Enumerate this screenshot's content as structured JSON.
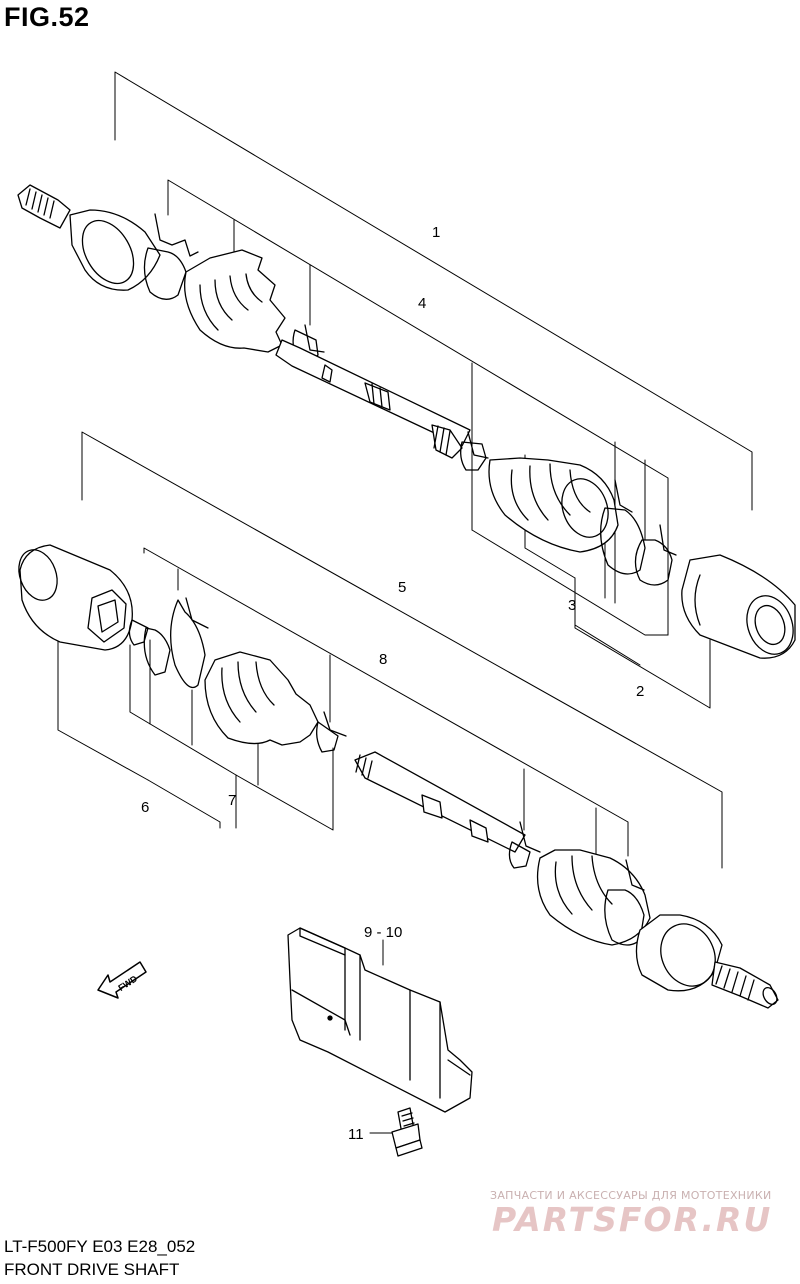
{
  "figure": {
    "title": "FIG.52"
  },
  "callouts": [
    {
      "id": "c1",
      "text": "1"
    },
    {
      "id": "c2",
      "text": "2"
    },
    {
      "id": "c3",
      "text": "3"
    },
    {
      "id": "c4",
      "text": "4"
    },
    {
      "id": "c5",
      "text": "5"
    },
    {
      "id": "c6",
      "text": "6"
    },
    {
      "id": "c7",
      "text": "7"
    },
    {
      "id": "c8",
      "text": "8"
    },
    {
      "id": "c9",
      "text": "9 - 10"
    },
    {
      "id": "c11",
      "text": "11"
    }
  ],
  "fwd_label": "FWD",
  "footer": {
    "model_code": "LT-F500FY  E03  E28_052",
    "section_name": "FRONT DRIVE SHAFT"
  },
  "watermark": {
    "tagline": "ЗАПЧАСТИ И АКСЕССУАРЫ ДЛЯ МОТОТЕХНИКИ",
    "logo": "PARTSFOR.RU"
  }
}
